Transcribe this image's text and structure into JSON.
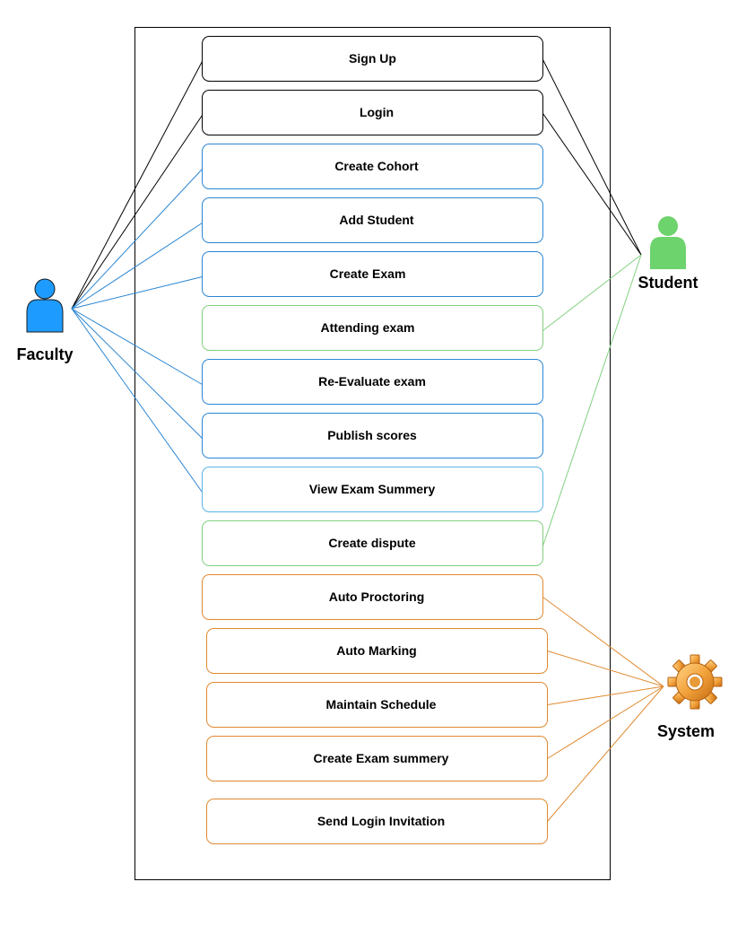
{
  "actors": {
    "faculty": {
      "label": "Faculty",
      "color": "#1e9bff"
    },
    "student": {
      "label": "Student",
      "color": "#6dd36d"
    },
    "system": {
      "label": "System",
      "color": "#f0a030"
    }
  },
  "use_cases": [
    {
      "label": "Sign Up",
      "color": "#000000"
    },
    {
      "label": "Login",
      "color": "#000000"
    },
    {
      "label": "Create Cohort",
      "color": "#2a86d4"
    },
    {
      "label": "Add Student",
      "color": "#2a86d4"
    },
    {
      "label": "Create Exam",
      "color": "#2a86d4"
    },
    {
      "label": "Attending exam",
      "color": "#82d07f"
    },
    {
      "label": "Re-Evaluate exam",
      "color": "#2a86d4"
    },
    {
      "label": "Publish scores",
      "color": "#2a86d4"
    },
    {
      "label": "View Exam Summery",
      "color": "#5ab4e8"
    },
    {
      "label": "Create dispute",
      "color": "#82d07f"
    },
    {
      "label": "Auto Proctoring",
      "color": "#e08a30"
    },
    {
      "label": "Auto Marking",
      "color": "#e08a30"
    },
    {
      "label": "Maintain Schedule",
      "color": "#e08a30"
    },
    {
      "label": "Create Exam summery",
      "color": "#e08a30"
    },
    {
      "label": "Send Login Invitation",
      "color": "#e08a30"
    }
  ],
  "associations": {
    "faculty": [
      0,
      1,
      2,
      3,
      4,
      6,
      7,
      8
    ],
    "student": [
      0,
      1,
      5,
      9
    ],
    "system": [
      10,
      11,
      12,
      13,
      14
    ]
  },
  "line_colors": {
    "black": "#000000",
    "blue": "#2a86d4",
    "green": "#82d07f",
    "orange": "#e08a30"
  }
}
